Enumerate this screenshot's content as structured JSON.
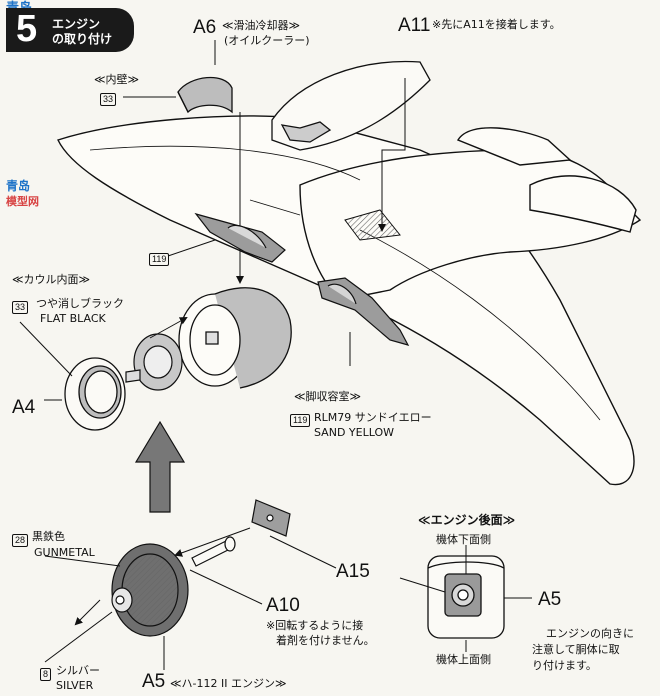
{
  "step": {
    "number": "5",
    "title_line1": "エンジン",
    "title_line2": "の取り付け"
  },
  "watermark": {
    "line1": "青岛",
    "line2": "模型网"
  },
  "parts": {
    "a6": {
      "id": "A6",
      "desc1": "≪滑油冷却器≫",
      "desc2": "(オイルクーラー)"
    },
    "a11": {
      "id": "A11",
      "note": "※先にA11を接着します。"
    },
    "inner_wall": {
      "label": "≪内壁≫",
      "code": "33"
    },
    "wheel_well": {
      "label": "≪脚収容室≫",
      "code": "119",
      "color_jp": "RLM79 サンドイエロー",
      "color_en": "SAND YELLOW"
    },
    "code119_top": "119",
    "cowl_inner": {
      "label": "≪カウル内面≫",
      "code": "33",
      "color_jp": "つや消しブラック",
      "color_en": "FLAT BLACK"
    },
    "a4": {
      "id": "A4"
    },
    "gunmetal": {
      "code": "28",
      "color_jp": "黒鉄色",
      "color_en": "GUNMETAL"
    },
    "silver": {
      "code": "8",
      "color_jp": "シルバー",
      "color_en": "SILVER"
    },
    "a15": {
      "id": "A15"
    },
    "a10": {
      "id": "A10",
      "note1": "※回転するように接",
      "note2": "着剤を付けません。"
    },
    "a5_bottom": {
      "id": "A5",
      "desc": "≪ハ-112 II エンジン≫"
    },
    "engine_rear": {
      "title": "≪エンジン後面≫",
      "bottom_side": "機体下面側",
      "top_side": "機体上面側",
      "a5": "A5",
      "note1": "エンジンの向きに",
      "note2": "注意して胴体に取",
      "note3": "り付けます。"
    }
  },
  "colors": {
    "ink": "#111111",
    "paper": "#f7f6f1",
    "shade": "#9a9a9a",
    "arrow_fill": "#777777"
  }
}
